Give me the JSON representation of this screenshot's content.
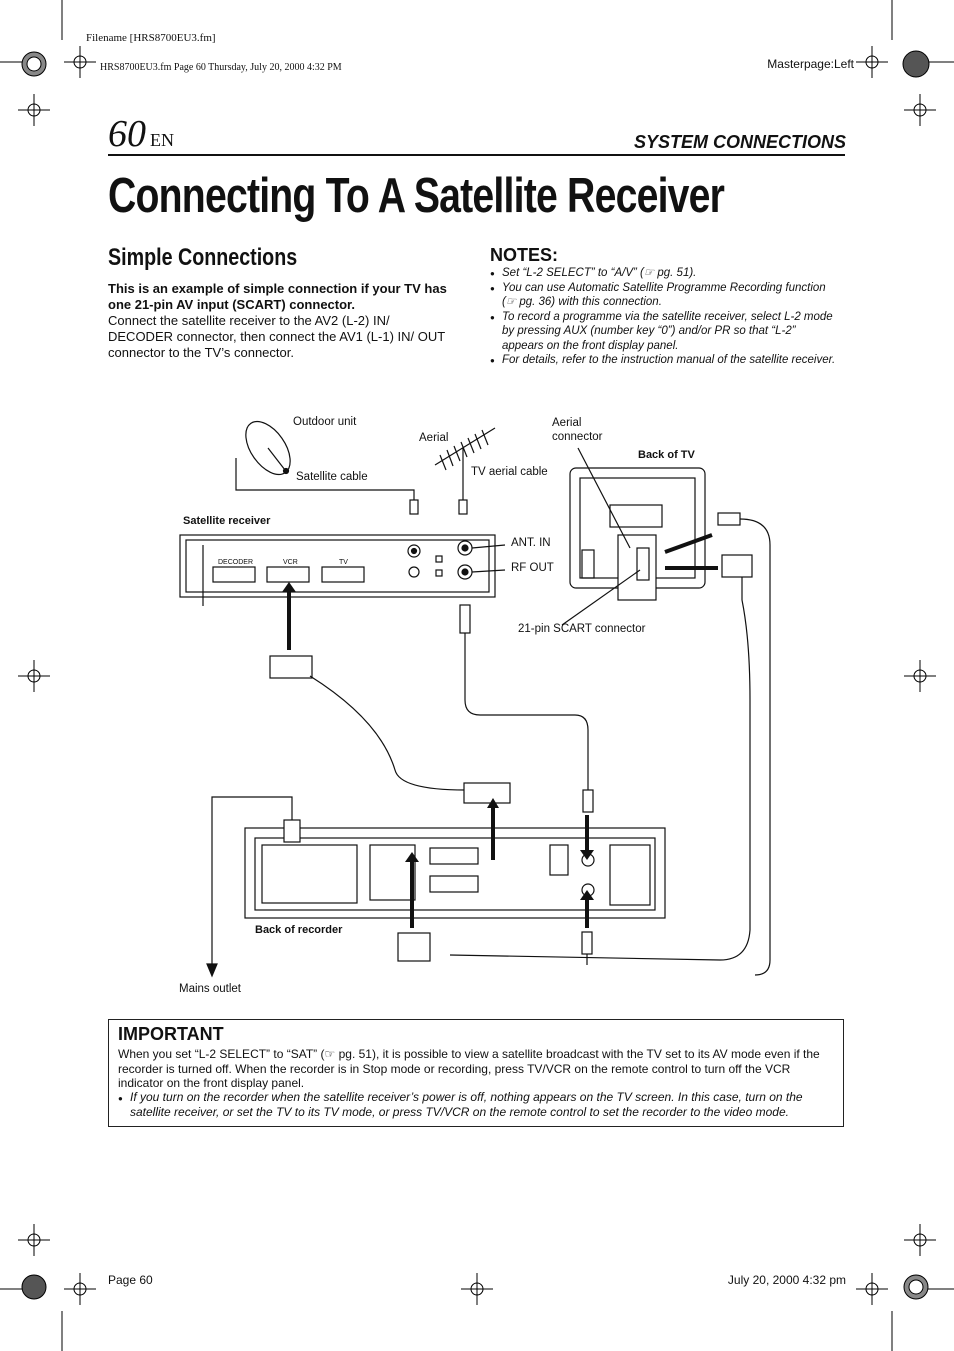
{
  "header": {
    "filename": "Filename [HRS8700EU3.fm]",
    "fileinfo": "HRS8700EU3.fm  Page 60  Thursday, July 20, 2000  4:32 PM",
    "masterpage": "Masterpage:Left",
    "page_number": "60",
    "lang": "EN",
    "section": "SYSTEM CONNECTIONS"
  },
  "title": "Connecting To A Satellite Receiver",
  "simple": {
    "heading": "Simple Connections",
    "bold": "This is an example of simple connection if your TV has one 21-pin AV input (SCART) connector.",
    "body": "Connect the satellite receiver to the AV2 (L-2) IN/ DECODER connector, then connect the AV1 (L-1) IN/ OUT connector to the TV’s connector."
  },
  "notes": {
    "heading": "NOTES:",
    "items": [
      "Set “L-2 SELECT” to “A/V” (☞ pg. 51).",
      "You can use Automatic Satellite Programme Recording function (☞ pg. 36) with this connection.",
      "To record a programme via the satellite receiver, select L-2 mode by pressing AUX (number key “0”) and/or PR so that “L-2” appears on the front display panel.",
      "For details, refer to the instruction manual of the satellite receiver."
    ]
  },
  "diagram": {
    "outdoor_unit": "Outdoor unit",
    "satellite_cable": "Satellite cable",
    "aerial": "Aerial",
    "tv_aerial_cable": "TV aerial cable",
    "aerial_connector": "Aerial connector",
    "back_of_tv": "Back of TV",
    "satellite_receiver": "Satellite receiver",
    "ant_in": "ANT. IN",
    "rf_out": "RF OUT",
    "scart_21pin": "21-pin SCART connector",
    "back_of_recorder": "Back of recorder",
    "mains_outlet": "Mains outlet",
    "sat_decoder": "DECODER",
    "sat_vcr": "VCR",
    "sat_tv": "TV"
  },
  "important": {
    "heading": "IMPORTANT",
    "para": "When you set “L-2 SELECT” to “SAT” (☞ pg. 51), it is possible to view a satellite broadcast with the TV set to its AV mode even if the recorder is turned off. When the recorder is in Stop mode or recording, press TV/VCR on the remote control to turn off the VCR indicator on the front display panel.",
    "bullet": "If you turn on the recorder when the satellite receiver’s power is off, nothing appears on the TV screen. In this case, turn on the satellite receiver, or set the TV to its TV mode, or press TV/VCR on the remote control to set the recorder to the video mode."
  },
  "footer": {
    "left": "Page 60",
    "right": "July 20, 2000 4:32 pm"
  }
}
